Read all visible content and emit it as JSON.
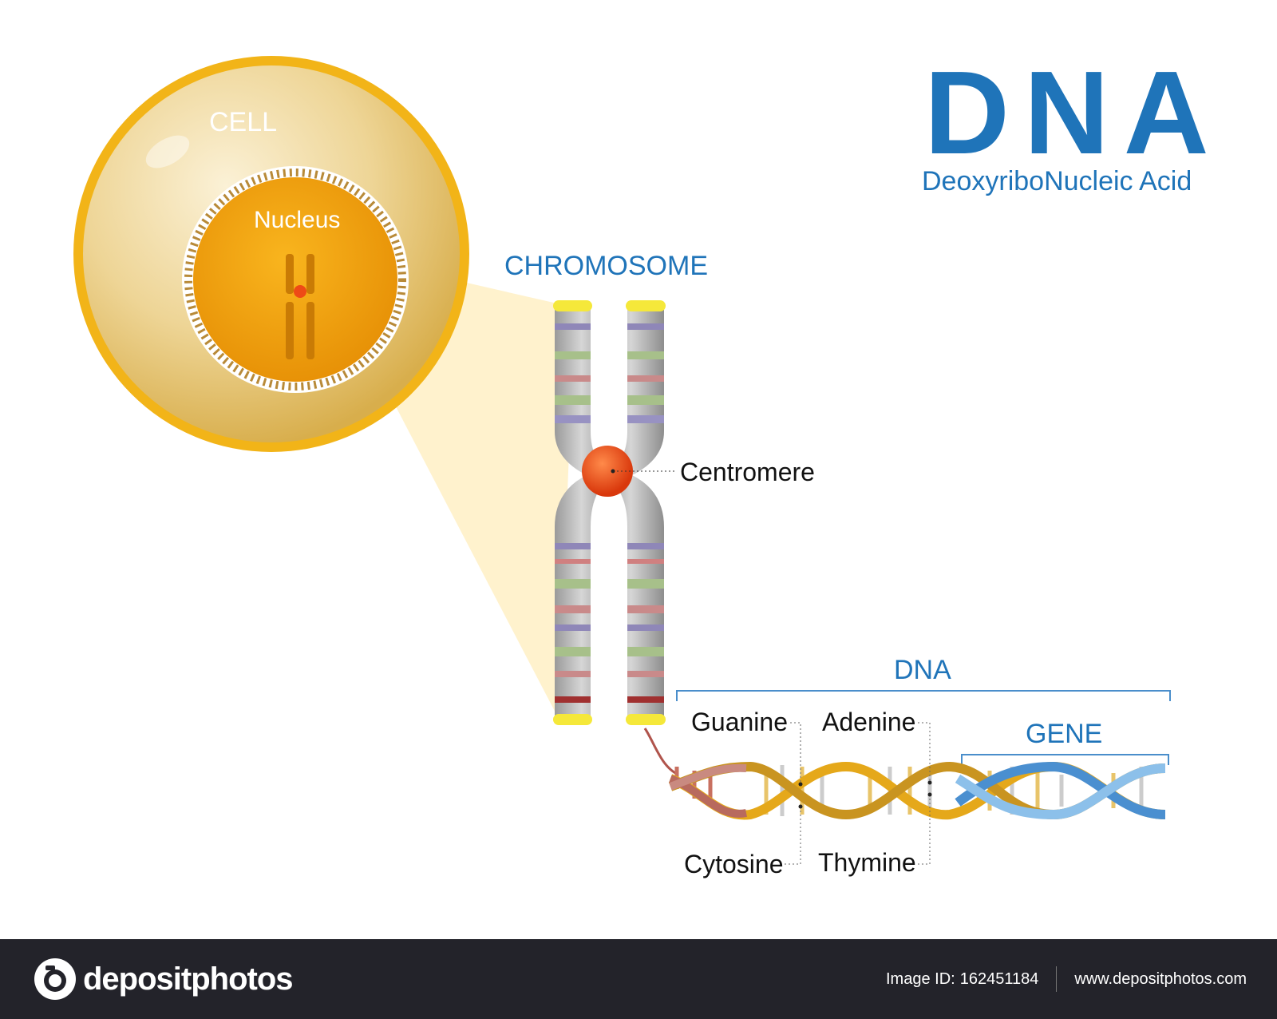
{
  "title": {
    "main": "DNA",
    "subtitle": "DeoxyriboNucleic Acid"
  },
  "labels": {
    "cell": "CELL",
    "nucleus": "Nucleus",
    "chromosome": "CHROMOSOME",
    "centromere": "Centromere",
    "dna": "DNA",
    "gene": "GENE",
    "guanine": "Guanine",
    "adenine": "Adenine",
    "cytosine": "Cytosine",
    "thymine": "Thymine"
  },
  "colors": {
    "title_blue": "#1f74b9",
    "cell_rim": "#f2b418",
    "nucleus": "#f3a30c",
    "centromere": "#ee4a16",
    "callout": "#fff1c8"
  },
  "footer": {
    "brand": "depositphotos",
    "image_id_label": "Image ID:",
    "image_id": "162451184",
    "url": "www.depositphotos.com"
  }
}
